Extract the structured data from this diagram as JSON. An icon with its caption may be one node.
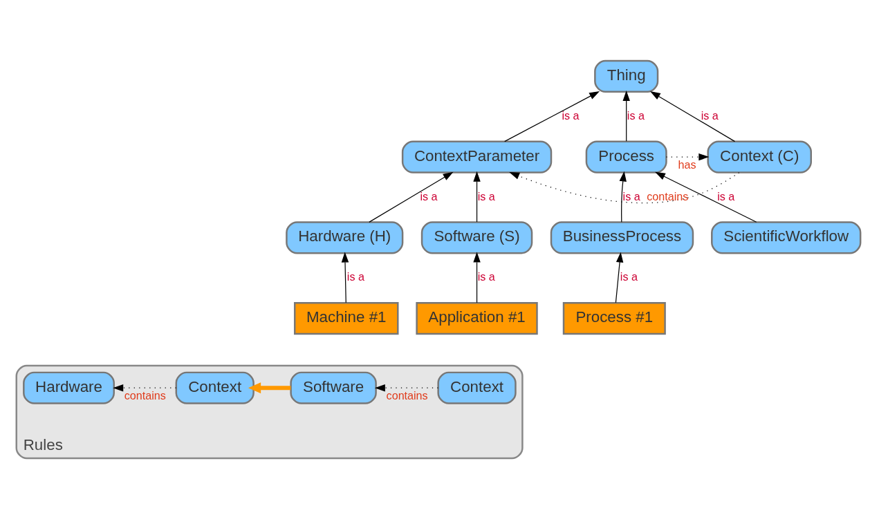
{
  "diagram": {
    "nodes": [
      {
        "text": [
          "Thing"
        ]
      },
      {
        "text": [
          "Process"
        ]
      },
      {
        "text": [
          "Context (C)"
        ]
      },
      {
        "text": [
          "ContextParameter"
        ]
      },
      {
        "text": [
          "BusinessProcess"
        ]
      },
      {
        "text": [
          "ScientificWorkflow"
        ]
      },
      {
        "text": [
          "Software (S)"
        ]
      },
      {
        "text": [
          "Hardware (H)"
        ]
      },
      {
        "text": [
          "Process #1"
        ]
      },
      {
        "text": [
          "Application #1"
        ]
      },
      {
        "text": [
          "Machine #1"
        ]
      },
      {
        "text": [
          "Rules"
        ]
      },
      {
        "text": [
          "Context"
        ],
        "in": 11
      },
      {
        "text": [
          "Software"
        ],
        "in": 11
      },
      {
        "text": [
          "Context"
        ],
        "in": 11
      },
      {
        "text": [
          "Hardware"
        ],
        "in": 11
      }
    ],
    "edges": [
      {
        "from": 1,
        "to": 0,
        "arrow": "to",
        "label": "is a"
      },
      {
        "from": 2,
        "to": 0,
        "arrow": "to",
        "label": "is a"
      },
      {
        "from": 3,
        "to": 0,
        "arrow": "to",
        "label": "is a"
      },
      {
        "from": 1,
        "to": 2,
        "arrow": "to",
        "label": "has",
        "style": "dashed"
      },
      {
        "from": 2,
        "to": 3,
        "arrow": "to",
        "label": "contains",
        "style": "dashed"
      },
      {
        "from": 4,
        "to": 1,
        "arrow": "to",
        "label": "is a"
      },
      {
        "from": 5,
        "to": 1,
        "arrow": "to",
        "label": "is a"
      },
      {
        "from": 6,
        "to": 3,
        "arrow": "to",
        "label": "is a"
      },
      {
        "from": 7,
        "to": 3,
        "arrow": "to",
        "label": "is a"
      },
      {
        "from": 8,
        "to": 4,
        "arrow": "to",
        "label": "is a"
      },
      {
        "from": 9,
        "to": 6,
        "arrow": "to",
        "label": "is a"
      },
      {
        "from": 10,
        "to": 7,
        "arrow": "to",
        "label": "is a"
      },
      {
        "from": 12,
        "to": 13,
        "arrow": "to",
        "label": "contains",
        "style": "dashed"
      },
      {
        "from": 13,
        "to": 14,
        "arrow": "to",
        "style": "thick",
        "color": "#ff9900"
      },
      {
        "from": 14,
        "to": 15,
        "arrow": "to",
        "label": "contains",
        "style": "dashed"
      }
    ]
  }
}
